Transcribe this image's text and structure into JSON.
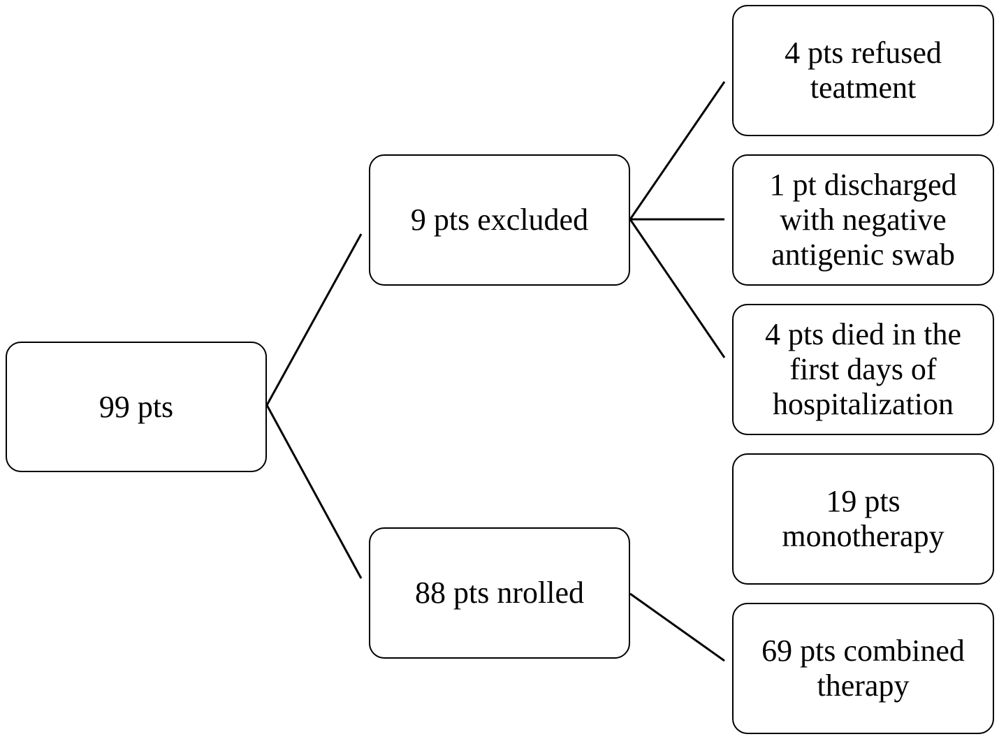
{
  "nodes": {
    "root": "99 pts",
    "excluded": "9 pts excluded",
    "enrolled": "88 pts nrolled",
    "refused": "4 pts refused\nteatment",
    "discharged": "1 pt discharged\nwith negative\nantigenic swab",
    "died": "4 pts died in the\nfirst days of\nhospitalization",
    "monotherapy": "19 pts\nmonotherapy",
    "combined": "69 pts combined\ntherapy"
  },
  "colors": {
    "stroke": "#000000",
    "background": "#ffffff"
  }
}
